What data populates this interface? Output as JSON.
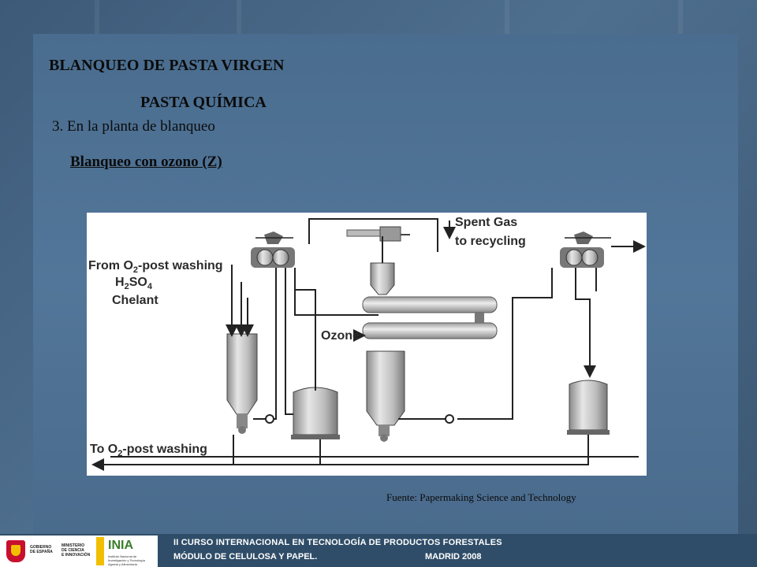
{
  "slide": {
    "title": "BLANQUEO DE PASTA VIRGEN",
    "subtitle": "PASTA QUÍMICA",
    "step": "3. En la planta de blanqueo",
    "method": "Blanqueo con ozono (Z)",
    "source": "Fuente: Papermaking  Science and Technology"
  },
  "diagram": {
    "labels": {
      "from_o2_prefix": "From O",
      "o2_sub": "2",
      "from_o2_suffix": "-post washing",
      "h2so4_h": "H",
      "h2so4_2": "2",
      "h2so4_so": "SO",
      "h2so4_4": "4",
      "chelant": "Chelant",
      "spent_gas_1": "Spent Gas",
      "spent_gas_2": "to recycling",
      "ozone": "Ozone",
      "to_o2_prefix": "To O",
      "to_o2_sub": "2",
      "to_o2_suffix": "-post washing"
    }
  },
  "footer": {
    "line1": "II CURSO INTERNACIONAL EN TECNOLOGÍA DE PRODUCTOS FORESTALES",
    "line2": "MÓDULO DE CELULOSA Y PAPEL.",
    "line3": "MADRID 2008",
    "logo_gov_1": "GOBIERNO",
    "logo_gov_2": "DE ESPAÑA",
    "logo_min_1": "MINISTERIO",
    "logo_min_2": "DE CIENCIA",
    "logo_min_3": "E INNOVACIÓN",
    "logo_inia": "INIA",
    "logo_inia_sub": "Instituto Nacional de Investigación y Tecnología Agraria y Alimentaria"
  }
}
